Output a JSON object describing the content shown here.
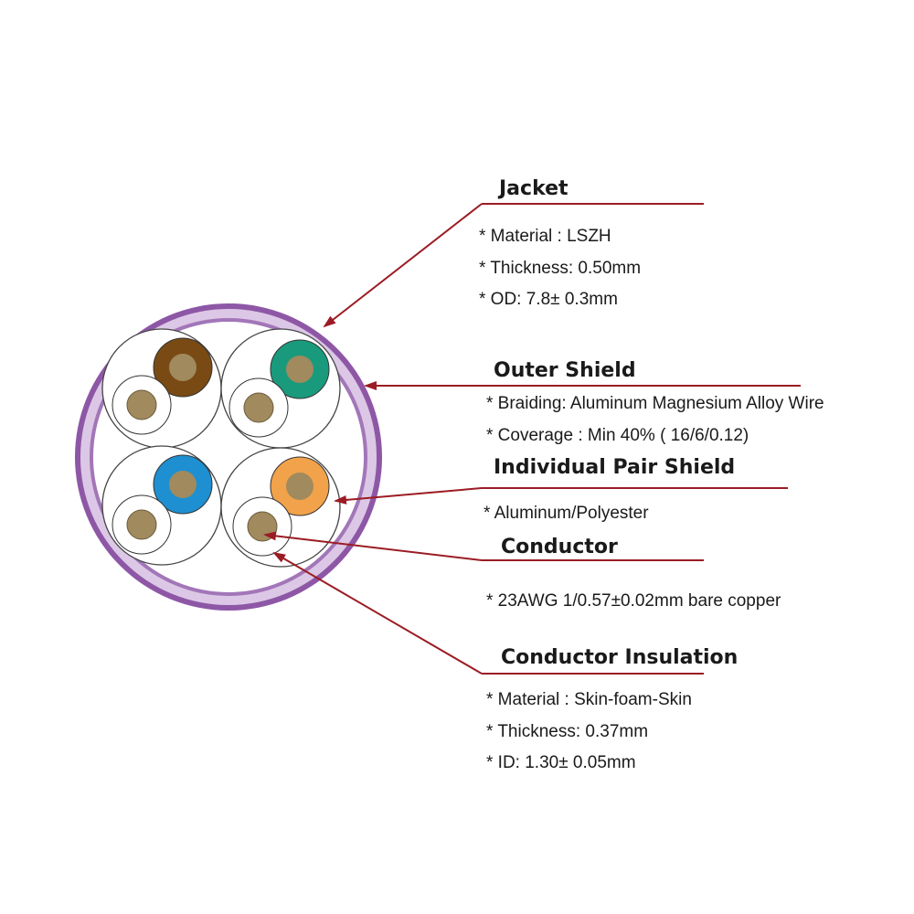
{
  "colors": {
    "leader_line": "#9b1c24",
    "jacket_outer": "#8e57a6",
    "jacket_inner": "#dcc8e6",
    "pair_colors": [
      "#7a4a14",
      "#1a9a7c",
      "#1e8fd0",
      "#f2a24a"
    ],
    "conductor_copper": "#a08a5e"
  },
  "labels": {
    "jacket": {
      "heading": "Jacket",
      "specs": [
        "* Material : LSZH",
        "* Thickness:  0.50mm",
        "* OD: 7.8± 0.3mm"
      ]
    },
    "outer_shield": {
      "heading": "Outer Shield",
      "specs": [
        "* Braiding: Aluminum Magnesium Alloy Wire",
        "* Coverage : Min 40% ( 16/6/0.12)"
      ]
    },
    "pair_shield": {
      "heading": "Individual Pair Shield",
      "specs": [
        "* Aluminum/Polyester"
      ]
    },
    "conductor": {
      "heading": "Conductor",
      "specs": [
        "* 23AWG 1/0.57±0.02mm bare copper"
      ]
    },
    "insulation": {
      "heading": "Conductor Insulation",
      "specs": [
        "* Material : Skin-foam-Skin",
        "* Thickness:  0.37mm",
        "* ID: 1.30± 0.05mm"
      ]
    }
  }
}
